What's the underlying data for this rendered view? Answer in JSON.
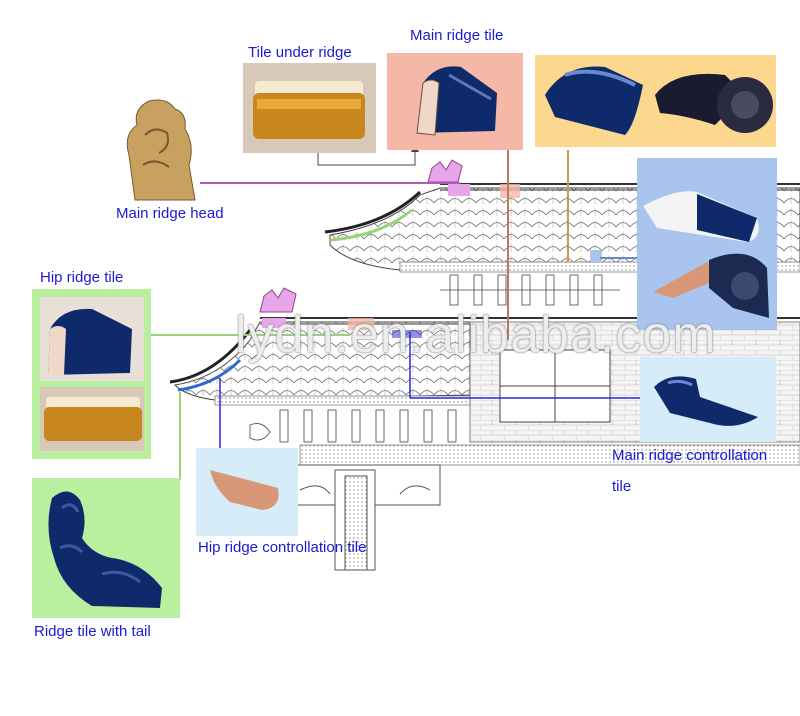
{
  "labels": {
    "tile_under_ridge": "Tile under ridge",
    "main_ridge_tile": "Main ridge tile",
    "main_ridge_head": "Main ridge head",
    "hip_ridge_tile": "Hip ridge tile",
    "main_ridge_controllation_line1": "Main ridge controllation",
    "main_ridge_controllation_line2": "tile",
    "hip_ridge_controllation_tile": "Hip ridge controllation tile",
    "ridge_tile_with_tail": "Ridge tile with tail"
  },
  "watermark": "lydn.en.alibaba.com",
  "colors": {
    "label_text": "#1a1ad0",
    "panel_peach": "#f6b8a6",
    "panel_yellow": "#fbd88e",
    "panel_blue": "#a9c4ee",
    "panel_light_blue": "#d6ecf8",
    "panel_green": "#b8f0a0",
    "glaze_blue": "#0f2a6a",
    "glaze_amber": "#c8861e",
    "leader_purple": "#b05cb8",
    "leader_brown": "#b87a5a",
    "leader_tan": "#c89a4a",
    "leader_blue": "#2a2ad0",
    "leader_green": "#9ad27a"
  }
}
